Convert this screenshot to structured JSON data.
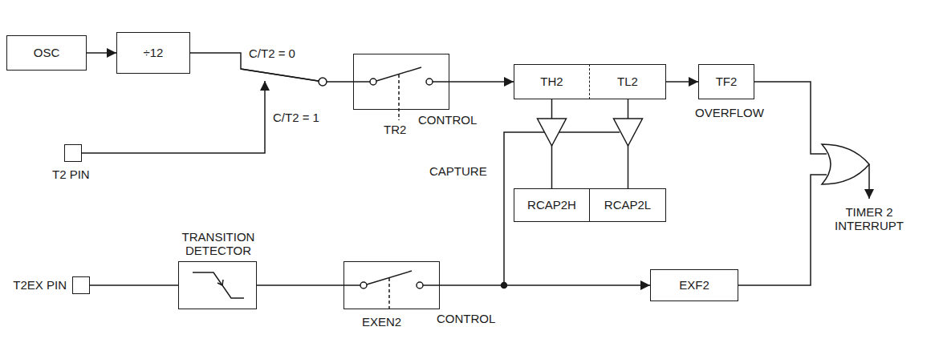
{
  "diagram": {
    "nodes": [
      {
        "text": [
          "OSC"
        ]
      },
      {
        "text": [
          "÷12"
        ]
      },
      {
        "text": [
          "T2 PIN"
        ]
      },
      {
        "text": [
          "CONTROL",
          "TR2"
        ]
      },
      {
        "text": [
          "TH2"
        ]
      },
      {
        "text": [
          "TL2"
        ]
      },
      {
        "text": [
          "TF2"
        ]
      },
      {
        "text": [
          "RCAP2H"
        ]
      },
      {
        "text": [
          "RCAP2L"
        ]
      },
      {
        "text": [
          "T2EX PIN"
        ]
      },
      {
        "text": [
          "TRANSITION DETECTOR"
        ]
      },
      {
        "text": [
          "CONTROL",
          "EXEN2"
        ]
      },
      {
        "text": [
          "EXF2"
        ]
      }
    ],
    "edges": [
      {
        "from": 0,
        "to": 1,
        "arrow": "to"
      },
      {
        "from": 1,
        "to": 3,
        "arrow": "none"
      },
      {
        "from": 3,
        "to": 4,
        "arrow": "to"
      },
      {
        "from": 5,
        "to": 6,
        "arrow": "to"
      },
      {
        "from": 4,
        "to": 7,
        "arrow": "none"
      },
      {
        "from": 5,
        "to": 8,
        "arrow": "none"
      },
      {
        "from": 9,
        "to": 10,
        "arrow": "none"
      },
      {
        "from": 10,
        "to": 11,
        "arrow": "none"
      },
      {
        "from": 11,
        "to": 12,
        "arrow": "to"
      }
    ],
    "labels": [
      "C/T2 = 0",
      "C/T2 = 1",
      "CAPTURE",
      "OVERFLOW",
      "TIMER 2 INTERRUPT"
    ]
  }
}
